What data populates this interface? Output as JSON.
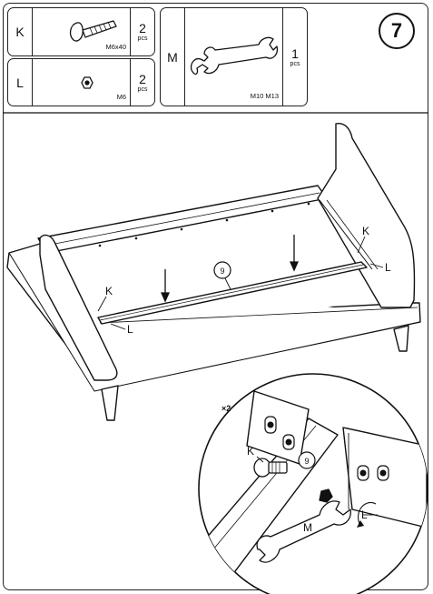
{
  "step": {
    "number": "7"
  },
  "parts": {
    "k": {
      "letter": "K",
      "qty": "2",
      "unit": "pcs",
      "spec": "M6x40",
      "icon": "carriage-bolt-icon"
    },
    "l": {
      "letter": "L",
      "qty": "2",
      "unit": "pcs",
      "spec": "M6",
      "icon": "hex-nut-icon"
    },
    "m": {
      "letter": "M",
      "qty": "1",
      "unit": "pcs",
      "spec": "M10 M13",
      "icon": "wrench-icon"
    }
  },
  "diagram": {
    "callout_number": "9",
    "label_k": "K",
    "label_l": "L",
    "label_m": "M",
    "multiplier": "×2"
  },
  "colors": {
    "line": "#111111",
    "background": "#ffffff"
  }
}
